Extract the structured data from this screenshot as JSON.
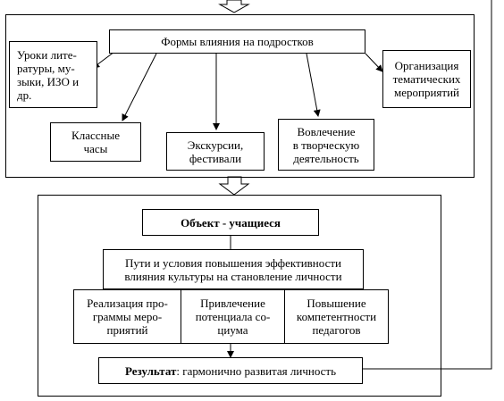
{
  "diagram": {
    "forms_title": "Формы влияния на подростков",
    "lessons": "Уроки лите-\nратуры, му-\nзыки, ИЗО и\nдр.",
    "class_hours": "Классные\nчасы",
    "excursions": "Экскурсии,\nфестивали",
    "involvement": "Вовлечение\nв творческую\nдеятельность",
    "events": "Организация\nтематических\nмероприятий",
    "object": "Объект - учащиеся",
    "ways": "Пути и условия повышения эффективности\nвлияния культуры на становление личности",
    "program": "Реализация про-\nграммы меро-\nприятий",
    "socium": "Привлечение\nпотенциала со-\nциума",
    "competence": "Повышение\nкомпетентности\nпедагогов",
    "result_label": "Результат",
    "result_text": ": гармонично развитая личность"
  }
}
